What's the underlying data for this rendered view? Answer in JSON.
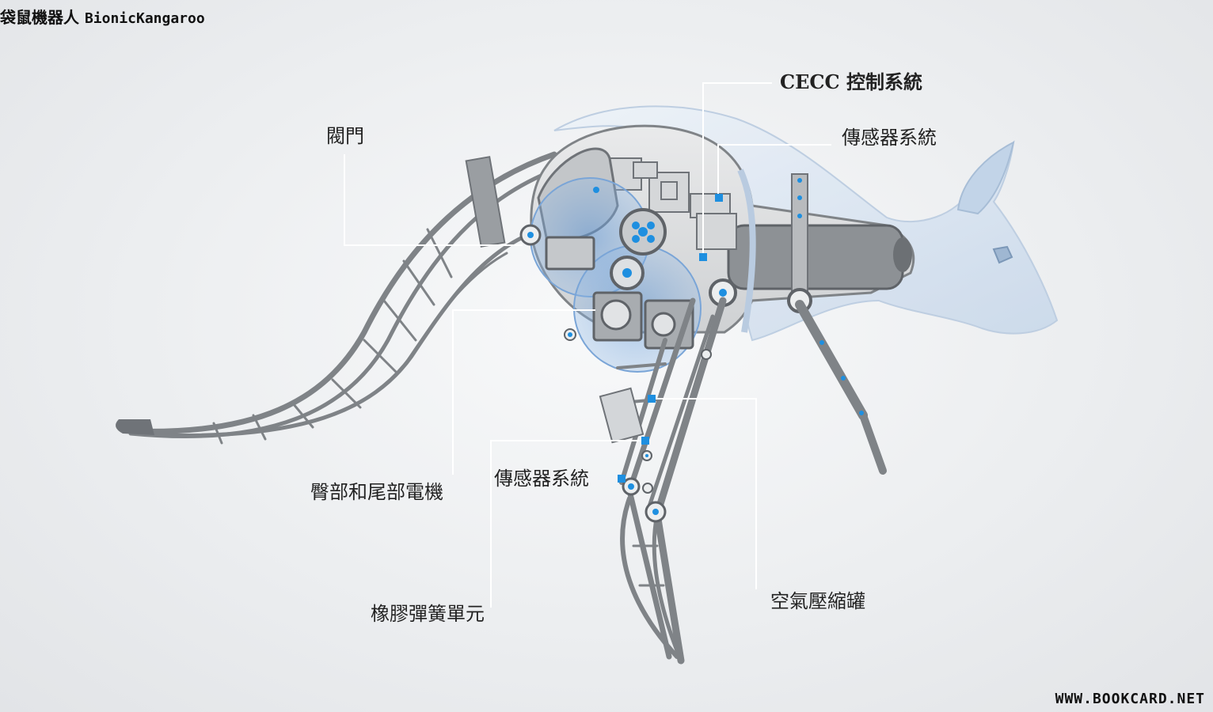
{
  "title": {
    "zh": "袋鼠機器人",
    "en": "BionicKangaroo"
  },
  "labels": {
    "valve": "閥門",
    "cecc_control": "CECC 控制系統",
    "sensor_top": "傳感器系統",
    "hip_tail_motor": "臀部和尾部電機",
    "sensor_leg": "傳感器系統",
    "rubber_spring": "橡膠彈簧單元",
    "air_tank": "空氣壓縮罐"
  },
  "watermark": "WWW.BOOKCARD.NET",
  "colors": {
    "accent": "#1e8fe0",
    "frame": "#8c9094",
    "frame_dark": "#5f6368",
    "body_shell": "#d4e1ef",
    "blue_translucent": "#6f9fd4",
    "leader": "#ffffff"
  }
}
